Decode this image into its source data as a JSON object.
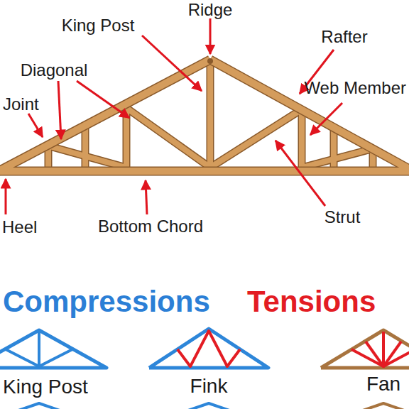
{
  "diagram": {
    "labels": [
      "Ridge",
      "King Post",
      "Rafter",
      "Diagonal",
      "Joint",
      "Web Member",
      "Heel",
      "Bottom Chord",
      "Strut",
      "King Post",
      "Fink",
      "Fan"
    ],
    "legend": [
      {
        "text": "Compressions",
        "color": "#2b7fd6"
      },
      {
        "text": "Tensions",
        "color": "#e31c23"
      }
    ]
  }
}
